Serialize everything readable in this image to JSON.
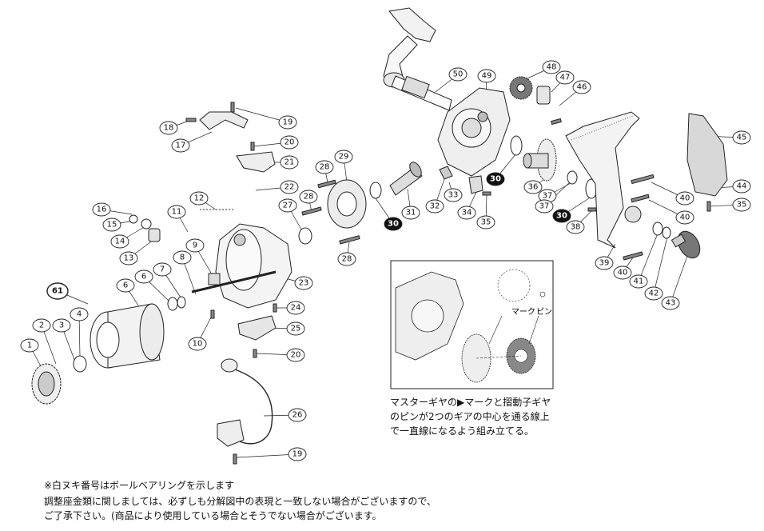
{
  "parts": [
    {
      "n": "1"
    },
    {
      "n": "2"
    },
    {
      "n": "3"
    },
    {
      "n": "4"
    },
    {
      "n": "6"
    },
    {
      "n": "6"
    },
    {
      "n": "7"
    },
    {
      "n": "8"
    },
    {
      "n": "9"
    },
    {
      "n": "10"
    },
    {
      "n": "11"
    },
    {
      "n": "12"
    },
    {
      "n": "13"
    },
    {
      "n": "14"
    },
    {
      "n": "15"
    },
    {
      "n": "16"
    },
    {
      "n": "17"
    },
    {
      "n": "18"
    },
    {
      "n": "19"
    },
    {
      "n": "20"
    },
    {
      "n": "21"
    },
    {
      "n": "22"
    },
    {
      "n": "23"
    },
    {
      "n": "24"
    },
    {
      "n": "25"
    },
    {
      "n": "20"
    },
    {
      "n": "26"
    },
    {
      "n": "19"
    },
    {
      "n": "27"
    },
    {
      "n": "28"
    },
    {
      "n": "28"
    },
    {
      "n": "28"
    },
    {
      "n": "29"
    },
    {
      "n": "30",
      "hl": true
    },
    {
      "n": "31"
    },
    {
      "n": "32"
    },
    {
      "n": "33"
    },
    {
      "n": "34"
    },
    {
      "n": "35"
    },
    {
      "n": "30",
      "hl": true
    },
    {
      "n": "36"
    },
    {
      "n": "37"
    },
    {
      "n": "37"
    },
    {
      "n": "30",
      "hl": true
    },
    {
      "n": "38"
    },
    {
      "n": "39"
    },
    {
      "n": "40"
    },
    {
      "n": "40"
    },
    {
      "n": "40"
    },
    {
      "n": "41"
    },
    {
      "n": "42"
    },
    {
      "n": "43"
    },
    {
      "n": "44"
    },
    {
      "n": "35"
    },
    {
      "n": "45"
    },
    {
      "n": "46"
    },
    {
      "n": "47"
    },
    {
      "n": "48"
    },
    {
      "n": "49"
    },
    {
      "n": "50"
    },
    {
      "n": "61",
      "big": true
    }
  ],
  "inset": {
    "mark_label": "マーク",
    "pin_label": "ピン",
    "caption": "マスターギヤの▶マークと摺動子ギヤのピンが2つのギアの中心を通る線上で一直線になるよう組み立てる。"
  },
  "notes": {
    "ball_bearing": "※白ヌキ番号はボールベアリングを示します",
    "line2": "調整座金類に関しましては、必ずしも分解図中の表現と一致しない場合がございますので、",
    "line3": "ご了承下さい。(商品により使用している場合とそうでない場合がございます。"
  }
}
